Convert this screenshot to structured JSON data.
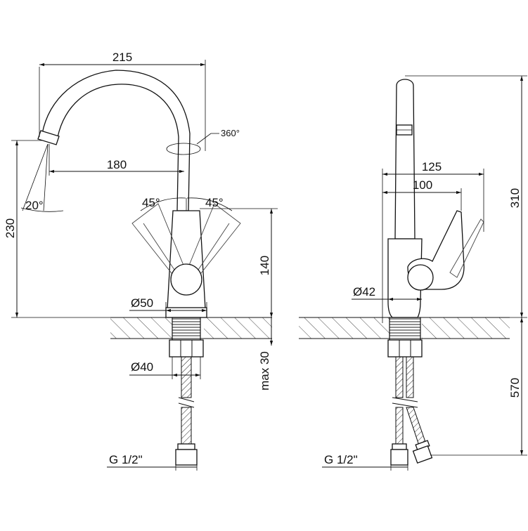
{
  "drawing": {
    "front_view": {
      "width_total": "215",
      "spout_reach": "180",
      "swivel": "360°",
      "spout_angle": "20°",
      "handle_left": "45°",
      "handle_right": "45°",
      "height_spout": "230",
      "height_body": "140",
      "diameter_base": "Ø50",
      "diameter_shank": "Ø40",
      "max_thickness": "max 30",
      "connection": "G 1/2\""
    },
    "side_view": {
      "depth_total": "125",
      "depth_lever": "100",
      "diameter_body": "Ø42",
      "height_total": "310",
      "hose_length": "570",
      "connection": "G 1/2\""
    }
  }
}
